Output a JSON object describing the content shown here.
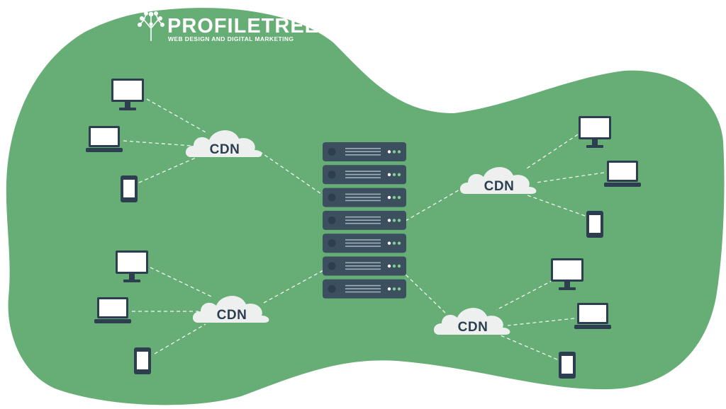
{
  "logo": {
    "name": "PROFILETREE",
    "tagline": "WEB DESIGN AND DIGITAL MARKETING"
  },
  "cdn_label": "CDN",
  "colors": {
    "blob": "#66ae76",
    "device": "#2d3e50",
    "screen": "#ffffff",
    "cloud": "#eef0f0",
    "server": "#3c4f5f",
    "server_dark": "#2d3e50",
    "led": "#7fd08f",
    "connector": "#ffffff"
  }
}
